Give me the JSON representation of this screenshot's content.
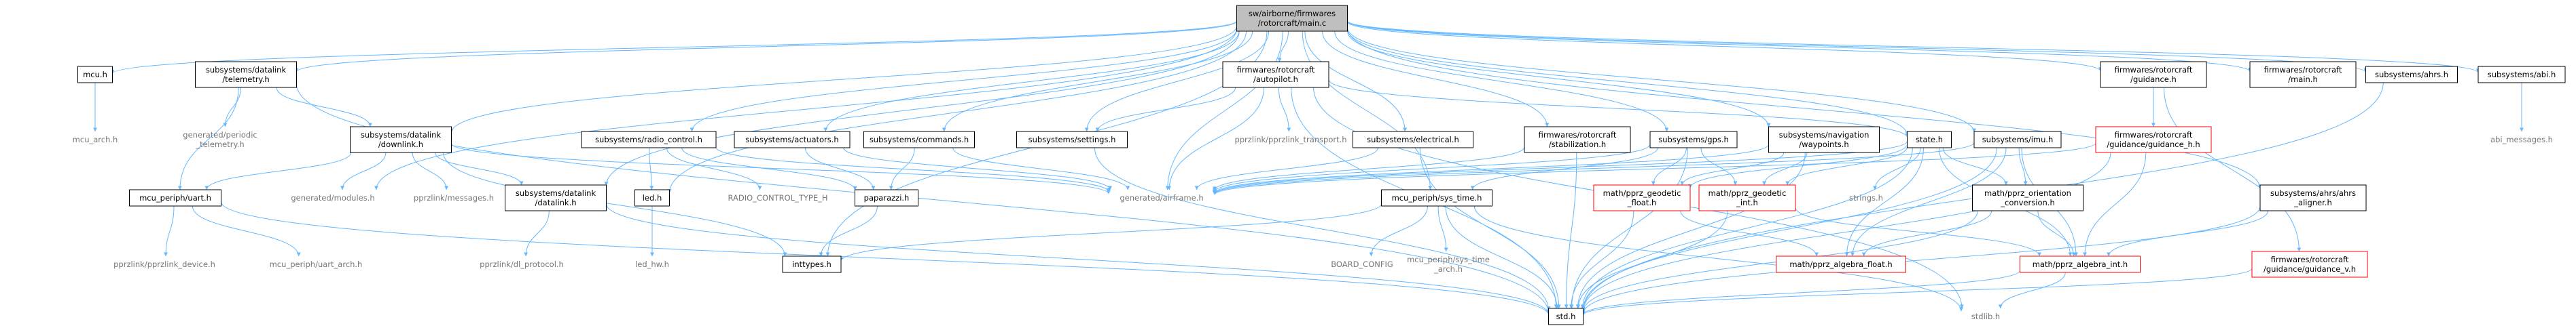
{
  "colors": {
    "edge": "#63b8ff",
    "root_fill": "#bfbfbf",
    "box_border_documented": "#000000",
    "box_border_missing": "#ff0000",
    "box_fill": "#ffffff",
    "text": "#000000",
    "text_undocumented": "#777777"
  },
  "nodes": [
    {
      "id": "main_c",
      "label": [
        "sw/airborne/firmwares",
        "/rotorcraft/main.c"
      ],
      "kind": "root"
    },
    {
      "id": "mcu_h",
      "label": [
        "mcu.h"
      ],
      "kind": "box"
    },
    {
      "id": "telemetry_h",
      "label": [
        "subsystems/datalink",
        "/telemetry.h"
      ],
      "kind": "box"
    },
    {
      "id": "autopilot_h",
      "label": [
        "firmwares/rotorcraft",
        "/autopilot.h"
      ],
      "kind": "box"
    },
    {
      "id": "guidance_h",
      "label": [
        "firmwares/rotorcraft",
        "/guidance.h"
      ],
      "kind": "box"
    },
    {
      "id": "rc_main_h",
      "label": [
        "firmwares/rotorcraft",
        "/main.h"
      ],
      "kind": "box"
    },
    {
      "id": "ahrs_h",
      "label": [
        "subsystems/ahrs.h"
      ],
      "kind": "box"
    },
    {
      "id": "abi_h",
      "label": [
        "subsystems/abi.h"
      ],
      "kind": "box"
    },
    {
      "id": "mcu_arch_h",
      "label": [
        "mcu_arch.h"
      ],
      "kind": "plain"
    },
    {
      "id": "periodic_tel_h",
      "label": [
        "generated/periodic",
        "_telemetry.h"
      ],
      "kind": "plain"
    },
    {
      "id": "downlink_h",
      "label": [
        "subsystems/datalink",
        "/downlink.h"
      ],
      "kind": "box"
    },
    {
      "id": "radio_control_h",
      "label": [
        "subsystems/radio_control.h"
      ],
      "kind": "box"
    },
    {
      "id": "actuators_h",
      "label": [
        "subsystems/actuators.h"
      ],
      "kind": "box"
    },
    {
      "id": "commands_h",
      "label": [
        "subsystems/commands.h"
      ],
      "kind": "box"
    },
    {
      "id": "settings_h",
      "label": [
        "subsystems/settings.h"
      ],
      "kind": "box"
    },
    {
      "id": "pprzlink_transport_h",
      "label": [
        "pprzlink/pprzlink_transport.h"
      ],
      "kind": "plain"
    },
    {
      "id": "electrical_h",
      "label": [
        "subsystems/electrical.h"
      ],
      "kind": "box"
    },
    {
      "id": "stabilization_h",
      "label": [
        "firmwares/rotorcraft",
        "/stabilization.h"
      ],
      "kind": "box"
    },
    {
      "id": "gps_h",
      "label": [
        "subsystems/gps.h"
      ],
      "kind": "box"
    },
    {
      "id": "waypoints_h",
      "label": [
        "subsystems/navigation",
        "/waypoints.h"
      ],
      "kind": "box"
    },
    {
      "id": "state_h",
      "label": [
        "state.h"
      ],
      "kind": "box"
    },
    {
      "id": "imu_h",
      "label": [
        "subsystems/imu.h"
      ],
      "kind": "box"
    },
    {
      "id": "guidance_h_h",
      "label": [
        "firmwares/rotorcraft",
        "/guidance/guidance_h.h"
      ],
      "kind": "missing"
    },
    {
      "id": "ahrs_aligner_h",
      "label": [
        "subsystems/ahrs/ahrs",
        "_aligner.h"
      ],
      "kind": "box"
    },
    {
      "id": "abi_messages_h",
      "label": [
        "abi_messages.h"
      ],
      "kind": "plain"
    },
    {
      "id": "uart_h",
      "label": [
        "mcu_periph/uart.h"
      ],
      "kind": "box"
    },
    {
      "id": "gen_modules_h",
      "label": [
        "generated/modules.h"
      ],
      "kind": "plain"
    },
    {
      "id": "pprz_messages_h",
      "label": [
        "pprzlink/messages.h"
      ],
      "kind": "plain"
    },
    {
      "id": "datalink_h",
      "label": [
        "subsystems/datalink",
        "/datalink.h"
      ],
      "kind": "box"
    },
    {
      "id": "led_h",
      "label": [
        "led.h"
      ],
      "kind": "box"
    },
    {
      "id": "rc_type_h",
      "label": [
        "RADIO_CONTROL_TYPE_H"
      ],
      "kind": "plain"
    },
    {
      "id": "paparazzi_h",
      "label": [
        "paparazzi.h"
      ],
      "kind": "box"
    },
    {
      "id": "airframe_h",
      "label": [
        "generated/airframe.h"
      ],
      "kind": "plain"
    },
    {
      "id": "sys_time_h",
      "label": [
        "mcu_periph/sys_time.h"
      ],
      "kind": "box"
    },
    {
      "id": "geodetic_float_h",
      "label": [
        "math/pprz_geodetic",
        "_float.h"
      ],
      "kind": "missing"
    },
    {
      "id": "geodetic_int_h",
      "label": [
        "math/pprz_geodetic",
        "_int.h"
      ],
      "kind": "missing"
    },
    {
      "id": "strings_h",
      "label": [
        "strings.h"
      ],
      "kind": "plain"
    },
    {
      "id": "orientation_h",
      "label": [
        "math/pprz_orientation",
        "_conversion.h"
      ],
      "kind": "box"
    },
    {
      "id": "guidance_v_h",
      "label": [
        "firmwares/rotorcraft",
        "/guidance/guidance_v.h"
      ],
      "kind": "missing"
    },
    {
      "id": "pprzlink_device_h",
      "label": [
        "pprzlink/pprzlink_device.h"
      ],
      "kind": "plain"
    },
    {
      "id": "uart_arch_h",
      "label": [
        "mcu_periph/uart_arch.h"
      ],
      "kind": "plain"
    },
    {
      "id": "dl_protocol_h",
      "label": [
        "pprzlink/dl_protocol.h"
      ],
      "kind": "plain"
    },
    {
      "id": "led_hw_h",
      "label": [
        "led_hw.h"
      ],
      "kind": "plain"
    },
    {
      "id": "inttypes_h",
      "label": [
        "inttypes.h"
      ],
      "kind": "box"
    },
    {
      "id": "board_config",
      "label": [
        "BOARD_CONFIG"
      ],
      "kind": "plain"
    },
    {
      "id": "sys_time_arch_h",
      "label": [
        "mcu_periph/sys_time",
        "_arch.h"
      ],
      "kind": "plain"
    },
    {
      "id": "algebra_float_h",
      "label": [
        "math/pprz_algebra_float.h"
      ],
      "kind": "missing"
    },
    {
      "id": "algebra_int_h",
      "label": [
        "math/pprz_algebra_int.h"
      ],
      "kind": "missing"
    },
    {
      "id": "std_h",
      "label": [
        "std.h"
      ],
      "kind": "box"
    },
    {
      "id": "stdlib_h",
      "label": [
        "stdlib.h"
      ],
      "kind": "plain"
    }
  ],
  "edges": [
    [
      "main_c",
      "mcu_h"
    ],
    [
      "main_c",
      "telemetry_h"
    ],
    [
      "main_c",
      "autopilot_h"
    ],
    [
      "main_c",
      "guidance_h"
    ],
    [
      "main_c",
      "rc_main_h"
    ],
    [
      "main_c",
      "ahrs_h"
    ],
    [
      "main_c",
      "abi_h"
    ],
    [
      "main_c",
      "downlink_h"
    ],
    [
      "main_c",
      "radio_control_h"
    ],
    [
      "main_c",
      "actuators_h"
    ],
    [
      "main_c",
      "commands_h"
    ],
    [
      "main_c",
      "settings_h"
    ],
    [
      "main_c",
      "electrical_h"
    ],
    [
      "main_c",
      "stabilization_h"
    ],
    [
      "main_c",
      "gps_h"
    ],
    [
      "main_c",
      "waypoints_h"
    ],
    [
      "main_c",
      "state_h"
    ],
    [
      "main_c",
      "imu_h"
    ],
    [
      "main_c",
      "ahrs_aligner_h"
    ],
    [
      "main_c",
      "gen_modules_h"
    ],
    [
      "main_c",
      "datalink_h"
    ],
    [
      "main_c",
      "led_h"
    ],
    [
      "main_c",
      "airframe_h"
    ],
    [
      "main_c",
      "sys_time_h"
    ],
    [
      "main_c",
      "inttypes_h"
    ],
    [
      "mcu_h",
      "mcu_arch_h"
    ],
    [
      "telemetry_h",
      "periodic_tel_h"
    ],
    [
      "telemetry_h",
      "downlink_h"
    ],
    [
      "telemetry_h",
      "uart_h"
    ],
    [
      "telemetry_h",
      "std_h"
    ],
    [
      "downlink_h",
      "uart_h"
    ],
    [
      "downlink_h",
      "gen_modules_h"
    ],
    [
      "downlink_h",
      "pprz_messages_h"
    ],
    [
      "downlink_h",
      "datalink_h"
    ],
    [
      "downlink_h",
      "inttypes_h"
    ],
    [
      "downlink_h",
      "airframe_h"
    ],
    [
      "autopilot_h",
      "settings_h"
    ],
    [
      "autopilot_h",
      "pprzlink_transport_h"
    ],
    [
      "autopilot_h",
      "airframe_h"
    ],
    [
      "autopilot_h",
      "state_h"
    ],
    [
      "autopilot_h",
      "std_h"
    ],
    [
      "autopilot_h",
      "stdlib_h"
    ],
    [
      "guidance_h",
      "guidance_h_h"
    ],
    [
      "guidance_h",
      "guidance_v_h"
    ],
    [
      "ahrs_h",
      "std_h"
    ],
    [
      "abi_h",
      "abi_messages_h"
    ],
    [
      "radio_control_h",
      "led_h"
    ],
    [
      "radio_control_h",
      "rc_type_h"
    ],
    [
      "radio_control_h",
      "paparazzi_h"
    ],
    [
      "radio_control_h",
      "airframe_h"
    ],
    [
      "actuators_h",
      "paparazzi_h"
    ],
    [
      "actuators_h",
      "airframe_h"
    ],
    [
      "commands_h",
      "paparazzi_h"
    ],
    [
      "commands_h",
      "airframe_h"
    ],
    [
      "settings_h",
      "std_h"
    ],
    [
      "electrical_h",
      "airframe_h"
    ],
    [
      "electrical_h",
      "std_h"
    ],
    [
      "stabilization_h",
      "airframe_h"
    ],
    [
      "stabilization_h",
      "std_h"
    ],
    [
      "gps_h",
      "airframe_h"
    ],
    [
      "gps_h",
      "sys_time_h"
    ],
    [
      "gps_h",
      "geodetic_float_h"
    ],
    [
      "gps_h",
      "geodetic_int_h"
    ],
    [
      "gps_h",
      "std_h"
    ],
    [
      "waypoints_h",
      "airframe_h"
    ],
    [
      "waypoints_h",
      "geodetic_float_h"
    ],
    [
      "waypoints_h",
      "geodetic_int_h"
    ],
    [
      "waypoints_h",
      "std_h"
    ],
    [
      "state_h",
      "airframe_h"
    ],
    [
      "state_h",
      "geodetic_float_h"
    ],
    [
      "state_h",
      "geodetic_int_h"
    ],
    [
      "state_h",
      "strings_h"
    ],
    [
      "state_h",
      "orientation_h"
    ],
    [
      "state_h",
      "algebra_float_h"
    ],
    [
      "state_h",
      "algebra_int_h"
    ],
    [
      "state_h",
      "std_h"
    ],
    [
      "imu_h",
      "airframe_h"
    ],
    [
      "imu_h",
      "orientation_h"
    ],
    [
      "imu_h",
      "algebra_float_h"
    ],
    [
      "imu_h",
      "algebra_int_h"
    ],
    [
      "imu_h",
      "std_h"
    ],
    [
      "guidance_h_h",
      "airframe_h"
    ],
    [
      "guidance_h_h",
      "algebra_int_h"
    ],
    [
      "guidance_h_h",
      "std_h"
    ],
    [
      "ahrs_aligner_h",
      "algebra_int_h"
    ],
    [
      "ahrs_aligner_h",
      "std_h"
    ],
    [
      "uart_h",
      "pprzlink_device_h"
    ],
    [
      "uart_h",
      "uart_arch_h"
    ],
    [
      "uart_h",
      "std_h"
    ],
    [
      "datalink_h",
      "dl_protocol_h"
    ],
    [
      "datalink_h",
      "std_h"
    ],
    [
      "led_h",
      "led_hw_h"
    ],
    [
      "paparazzi_h",
      "inttypes_h"
    ],
    [
      "sys_time_h",
      "inttypes_h"
    ],
    [
      "sys_time_h",
      "board_config"
    ],
    [
      "sys_time_h",
      "sys_time_arch_h"
    ],
    [
      "sys_time_h",
      "std_h"
    ],
    [
      "sys_time_h",
      "stdlib_h"
    ],
    [
      "geodetic_float_h",
      "algebra_float_h"
    ],
    [
      "geodetic_float_h",
      "std_h"
    ],
    [
      "geodetic_int_h",
      "algebra_int_h"
    ],
    [
      "geodetic_int_h",
      "std_h"
    ],
    [
      "orientation_h",
      "algebra_float_h"
    ],
    [
      "orientation_h",
      "algebra_int_h"
    ],
    [
      "orientation_h",
      "std_h"
    ],
    [
      "guidance_v_h",
      "std_h"
    ],
    [
      "algebra_int_h",
      "std_h"
    ],
    [
      "algebra_int_h",
      "stdlib_h"
    ]
  ]
}
